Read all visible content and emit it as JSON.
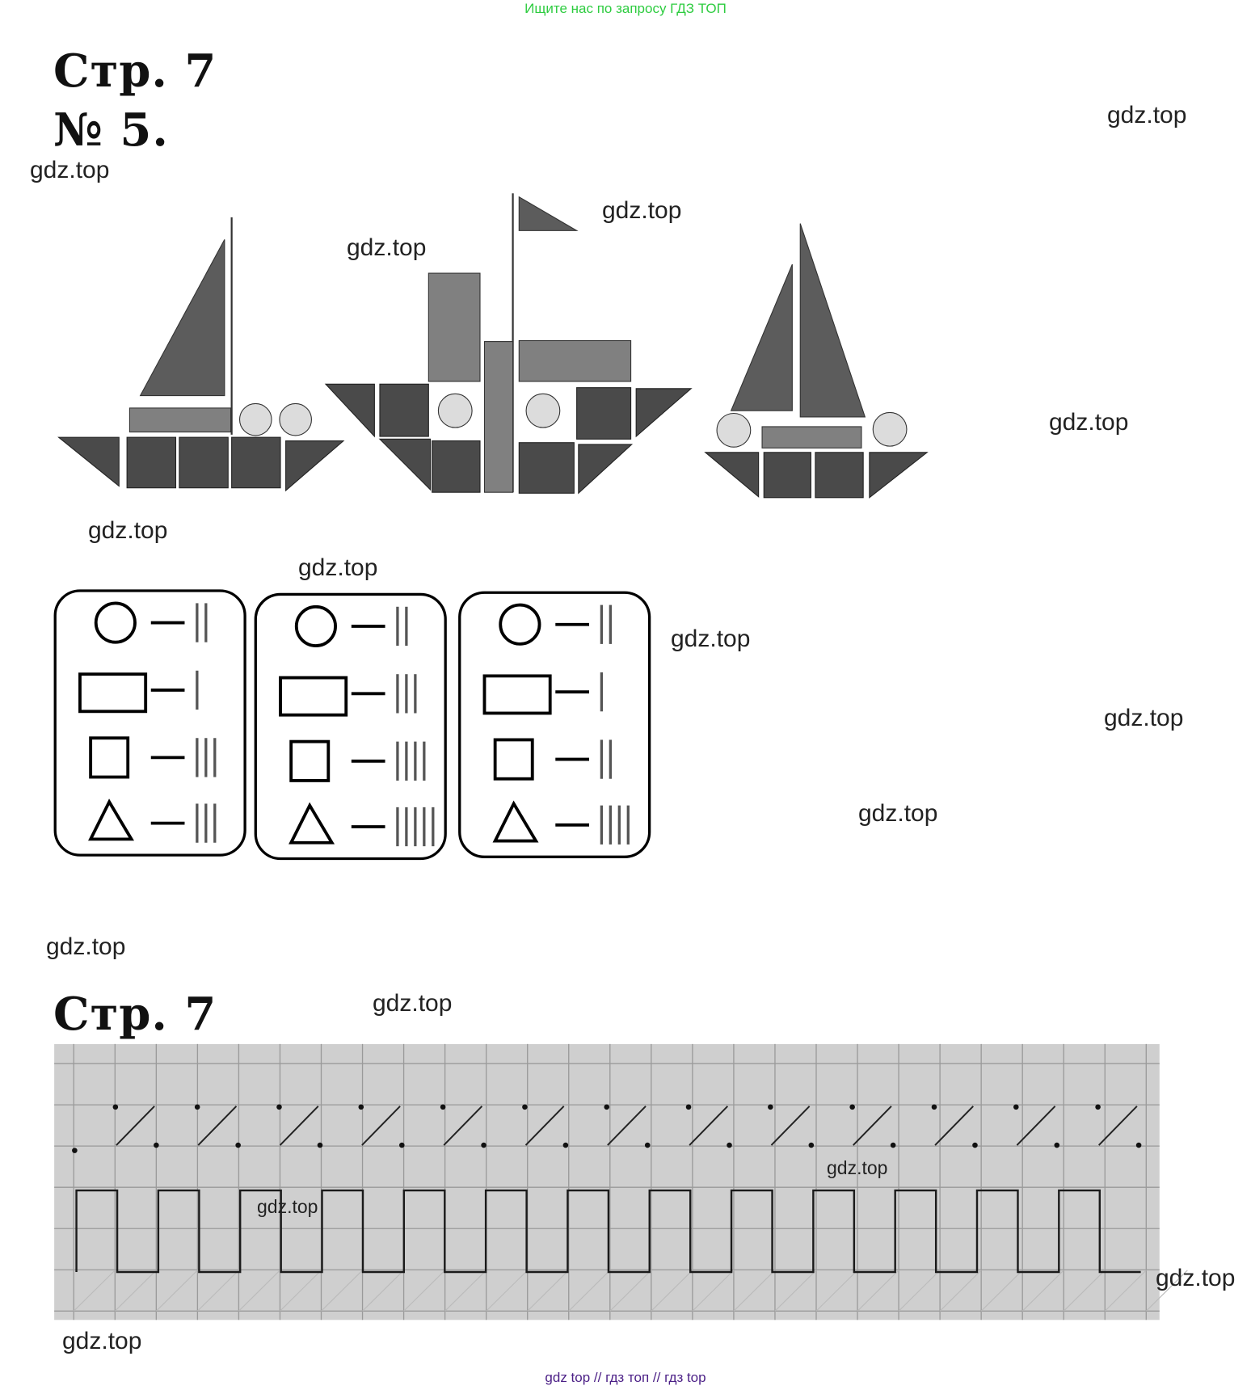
{
  "banner": "Ищите нас по запросу ГДЗ ТОП",
  "headings": {
    "page1": "Стр. 7",
    "task": "№ 5.",
    "page2": "Стр. 7"
  },
  "watermark": "gdz.top",
  "footer": "gdz top  //  гдз топ  //  гдз top",
  "cards": [
    {
      "circle": 2,
      "rectangle": 1,
      "square": 3,
      "triangle": 3
    },
    {
      "circle": 2,
      "rectangle": 3,
      "square": 4,
      "triangle": 5
    },
    {
      "circle": 2,
      "rectangle": 1,
      "square": 2,
      "triangle": 4
    }
  ],
  "colors": {
    "sail": "#5c5c5c",
    "deck": "#808080",
    "hull": "#4a4a4a",
    "porthole": "#dcdcdc",
    "grid_bg": "#cfcfcf"
  }
}
